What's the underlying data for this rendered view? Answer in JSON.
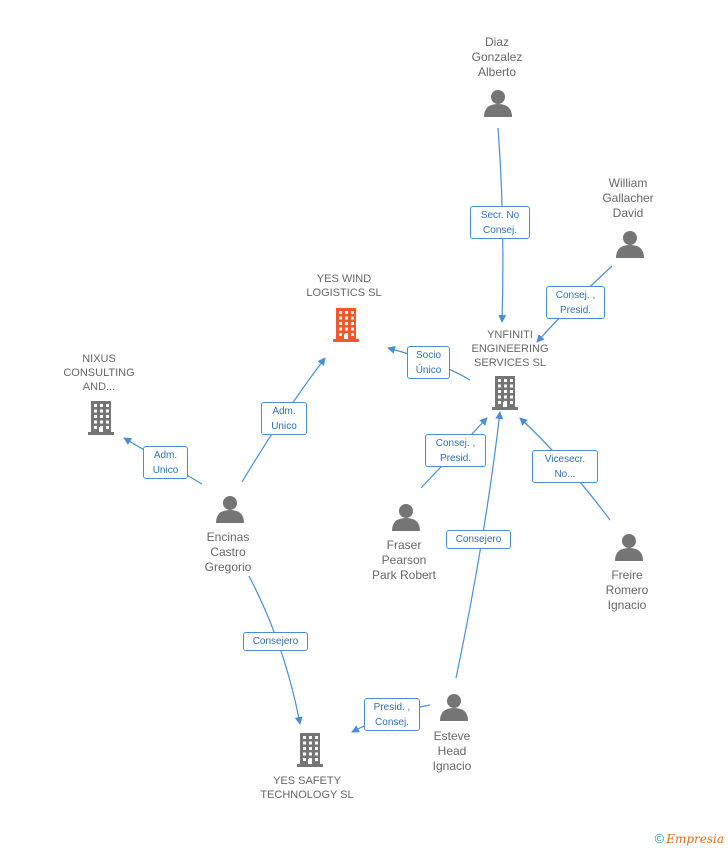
{
  "colors": {
    "edge": "#4a8fd6",
    "icon": "#757575",
    "focus": "#f0592a",
    "text": "#666666"
  },
  "nodes": [
    {
      "id": "yes_wind",
      "kind": "company",
      "focus": true,
      "label": "YES WIND\nLOGISTICS  SL"
    },
    {
      "id": "ynfiniti",
      "kind": "company",
      "label": "YNFINITI\nENGINEERING\nSERVICES SL"
    },
    {
      "id": "nixus",
      "kind": "company",
      "label": "NIXUS\nCONSULTING\nAND..."
    },
    {
      "id": "yes_safety",
      "kind": "company",
      "label": "YES SAFETY\nTECHNOLOGY SL"
    },
    {
      "id": "diaz",
      "kind": "person",
      "label": "Diaz\nGonzalez\nAlberto"
    },
    {
      "id": "william",
      "kind": "person",
      "label": "William\nGallacher\nDavid"
    },
    {
      "id": "encinas",
      "kind": "person",
      "label": "Encinas\nCastro\nGregorio"
    },
    {
      "id": "fraser",
      "kind": "person",
      "label": "Fraser\nPearson\nPark Robert"
    },
    {
      "id": "freire",
      "kind": "person",
      "label": "Freire\nRomero\nIgnacio"
    },
    {
      "id": "esteve",
      "kind": "person",
      "label": "Esteve\nHead\nIgnacio"
    }
  ],
  "edges": [
    {
      "from": "diaz",
      "to": "ynfiniti",
      "label": "Secr.  No\nConsej."
    },
    {
      "from": "william",
      "to": "ynfiniti",
      "label": "Consej. ,\nPresid."
    },
    {
      "from": "ynfiniti",
      "to": "yes_wind",
      "label": "Socio\nÚnico"
    },
    {
      "from": "encinas",
      "to": "yes_wind",
      "label": "Adm.\nUnico"
    },
    {
      "from": "encinas",
      "to": "nixus",
      "label": "Adm.\nUnico"
    },
    {
      "from": "fraser",
      "to": "ynfiniti",
      "label": "Consej. ,\nPresid."
    },
    {
      "from": "freire",
      "to": "ynfiniti",
      "label": "Vicesecr.\nNo..."
    },
    {
      "from": "esteve",
      "to": "ynfiniti",
      "label": "Consejero"
    },
    {
      "from": "encinas",
      "to": "yes_safety",
      "label": "Consejero"
    },
    {
      "from": "esteve",
      "to": "yes_safety",
      "label": "Presid. ,\nConsej."
    }
  ],
  "footer": {
    "symbol": "©",
    "brand": "Empresia"
  }
}
